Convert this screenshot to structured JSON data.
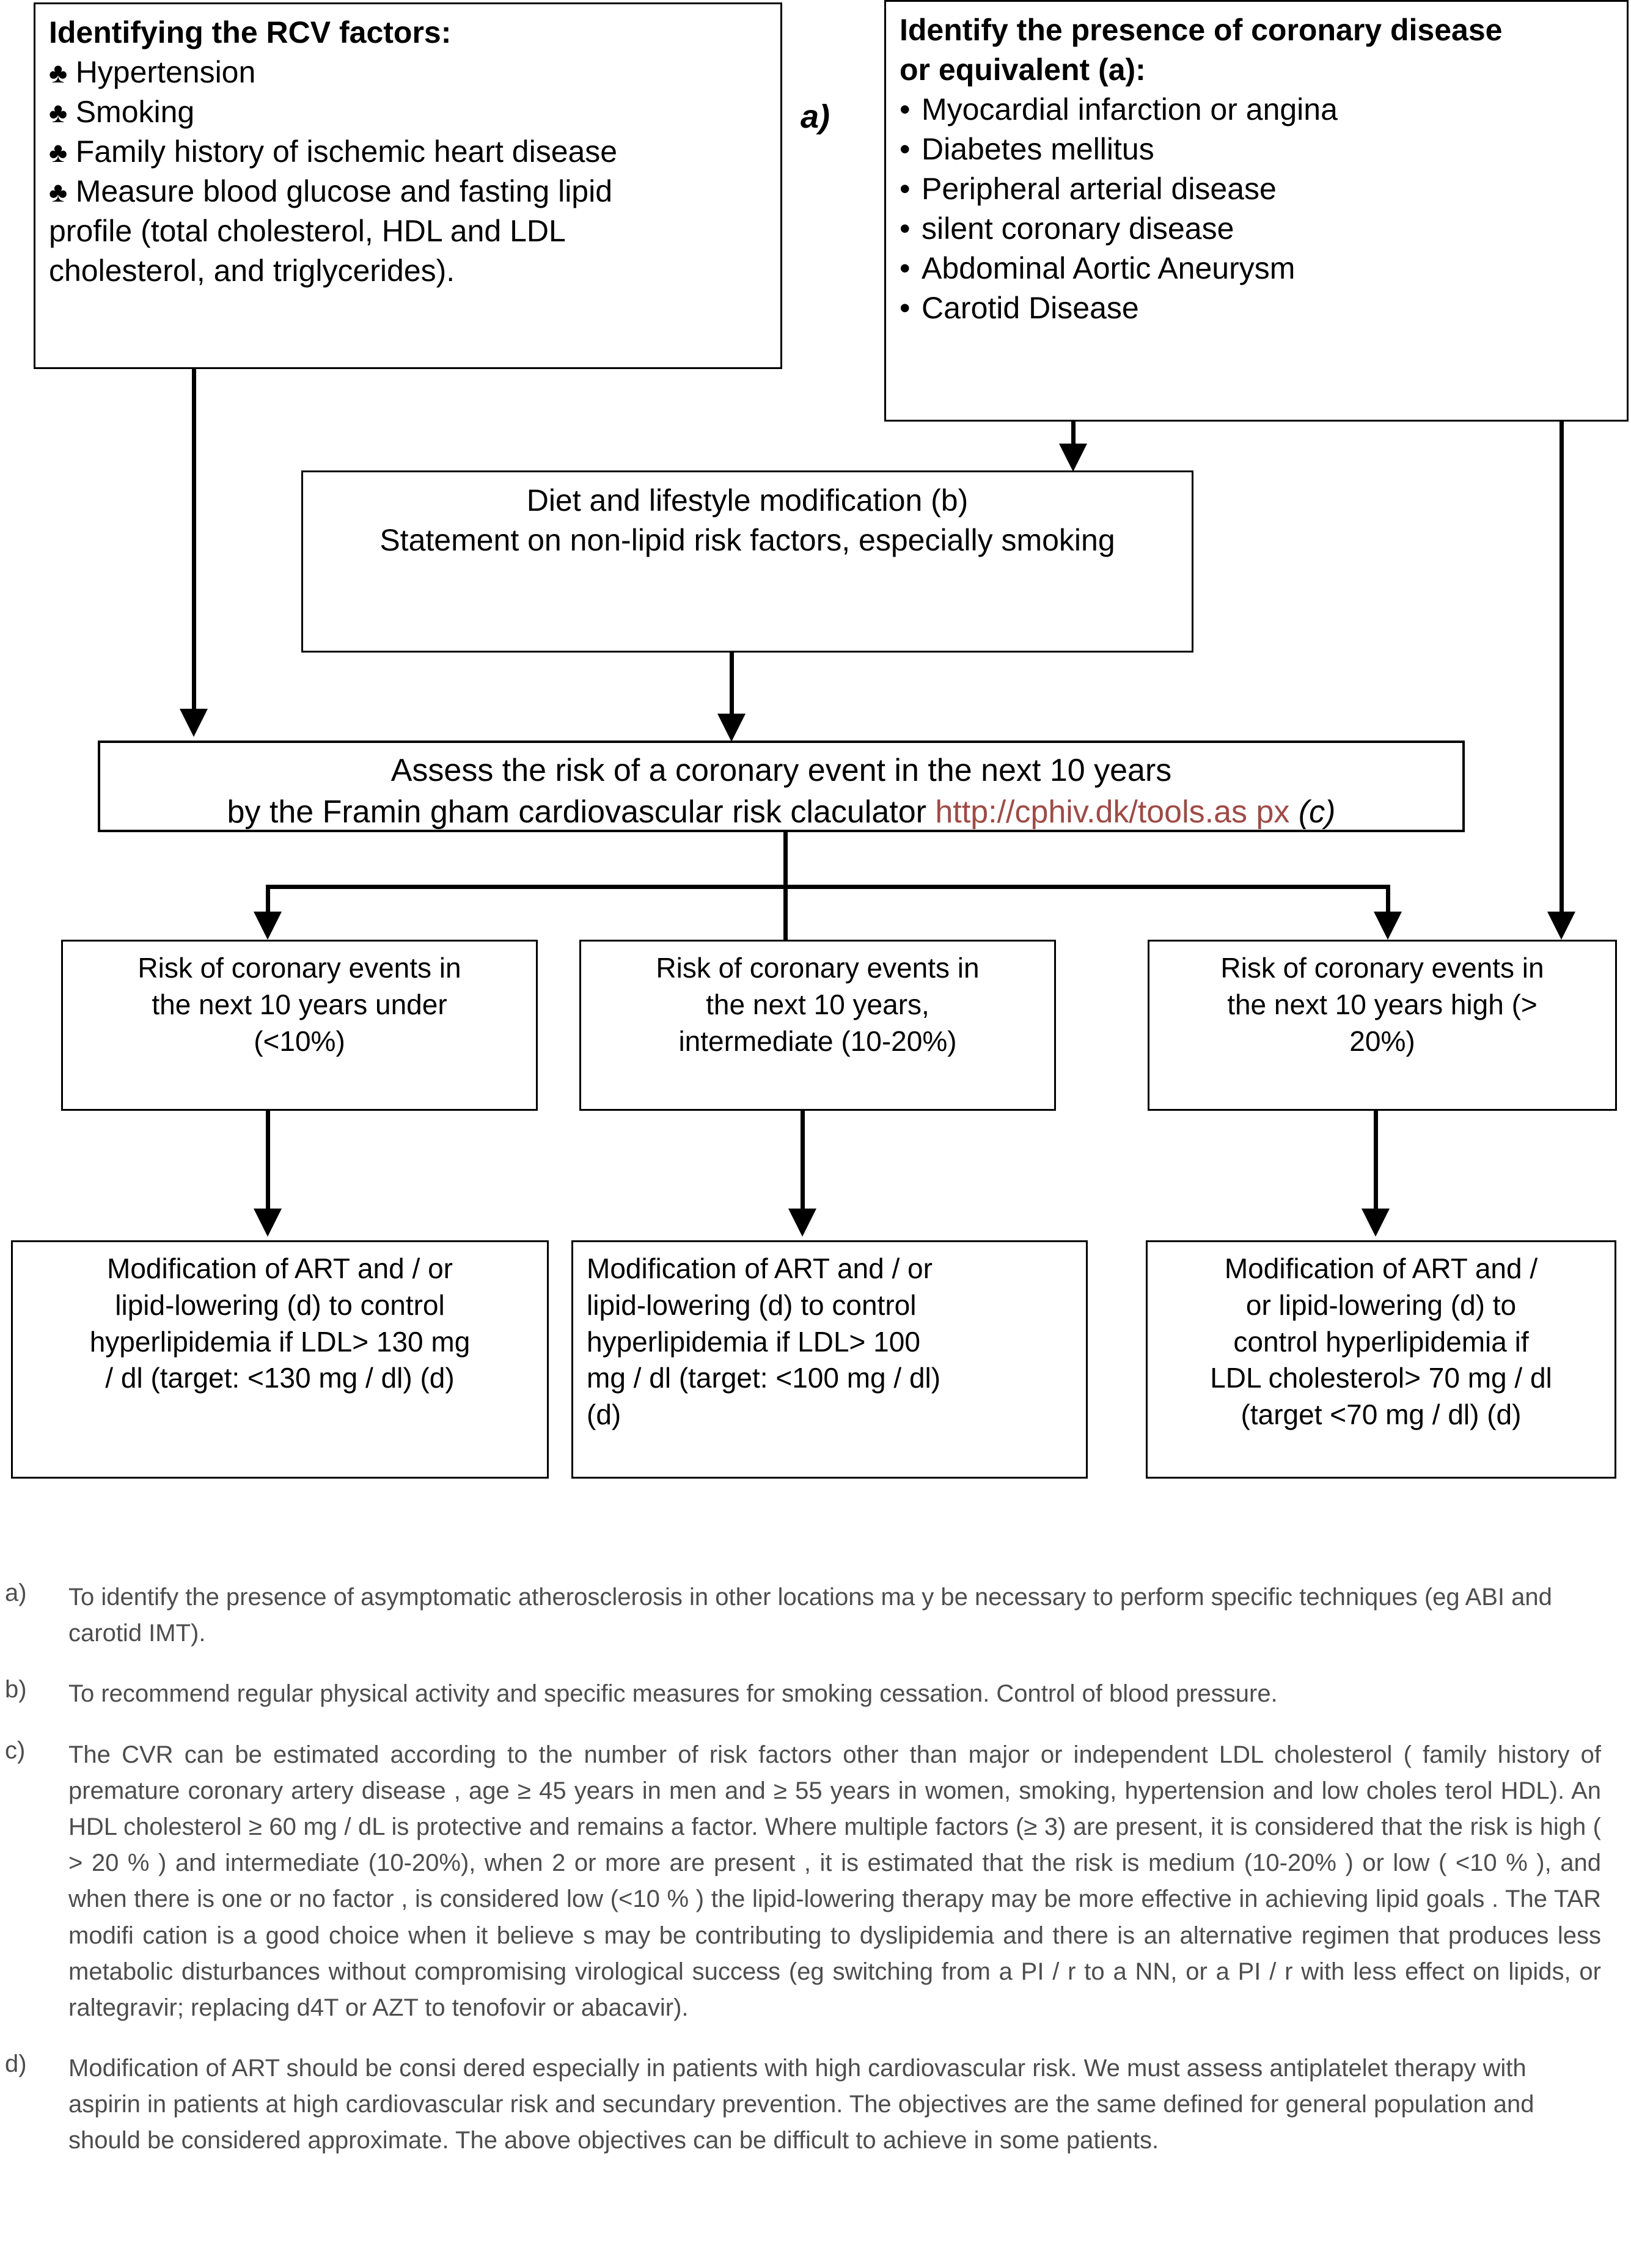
{
  "figure": {
    "panel_label": "a)",
    "link_color": "#9e4b46"
  },
  "boxes": {
    "rcv_factors": {
      "title": "Identifying the RCV factors:",
      "items": [
        "Hypertension",
        "Smoking",
        "Family history of ischemic heart disease",
        "Measure blood glucose and fasting lipid",
        "profile (total cholesterol, HDL and LDL",
        "cholesterol, and triglycerides)."
      ]
    },
    "coronary_disease": {
      "title_line1": "Identify the presence of coronary disease",
      "title_line2": "or equivalent (a):",
      "items": [
        "Myocardial infarction or angina",
        "Diabetes mellitus",
        "Peripheral arterial disease",
        "silent coronary disease",
        "Abdominal Aortic Aneurysm",
        "Carotid Disease"
      ]
    },
    "diet": {
      "line1": "Diet and lifestyle modification (b)",
      "line2": "Statement on non-lipid risk factors, especially smoking"
    },
    "assess": {
      "line1": "Assess the risk of a coronary  event in the next 10 years",
      "line2_prefix": "by the Framin gham cardiovascular risk claculator ",
      "url": "http://cphiv.dk/tools.as px",
      "line2_suffix": " (c)"
    },
    "risk_low": {
      "line1": "Risk of coronary events in",
      "line2": "the next 10 years under",
      "line3": "(<10%)"
    },
    "risk_intermediate": {
      "line1": "Risk of coronary events in",
      "line2": "the next 10 years,",
      "line3": "intermediate (10-20%)"
    },
    "risk_high": {
      "line1": "Risk of coronary events in",
      "line2": "the next 10 years high (>",
      "line3": "20%)"
    },
    "mod_low": {
      "line1": "Modification of ART and / or",
      "line2": "lipid-lowering (d) to control",
      "line3": "hyperlipidemia if LDL> 130 mg",
      "line4": "/ dl (target: <130 mg / dl) (d)"
    },
    "mod_intermediate": {
      "line1": "Modification of ART and / or",
      "line2": "lipid-lowering (d) to control",
      "line3": "hyperlipidemia if LDL> 100",
      "line4": "mg / dl (target: <100 mg / dl)",
      "line5": "(d)"
    },
    "mod_high": {
      "line1": "Modification of ART and /",
      "line2": "or lipid-lowering (d) to",
      "line3": "control hyperlipidemia if",
      "line4": "LDL cholesterol> 70 mg / dl",
      "line5": "(target <70 mg / dl) (d)"
    }
  },
  "footnotes": [
    {
      "mark": "a)",
      "text": "To identify the presence of asymptomatic  atherosclerosis in other locations ma y be necessary to perform specific techniques (eg ABI and carotid IMT)."
    },
    {
      "mark": "b)",
      "text": "To recommend regular physical activity and specific measures for smoking cessation. Control of blood pressure."
    },
    {
      "mark": "c)",
      "text": "The CVR can be estimated according to the number of risk factors other than major or independent LDL cholesterol ( family history of premature coronary artery disease , age ≥ 45 years in men and ≥ 55 years in women, smoking, hypertension and low choles terol HDL). An HDL cholesterol ≥ 60 mg / dL is protective and remains a factor. Where multiple factors (≥ 3) are present, it is considered that the risk is high ( > 20 % ) and intermediate (10-20%), when 2 or more are present , it is estimated that the risk is medium (10-20% ) or low ( <10 % ), and when there is one or no factor , is considered low (<10 % ) the lipid-lowering therapy may be more effective in achieving lipid goals . The TAR modifi cation is a good choice when it believe s may be contributing to dyslipidemia and there is an alternative regimen that produces less metabolic disturbances without compromising virological success (eg switching from a PI / r to a NN, or a PI / r with less effect on lipids, or raltegravir; replacing d4T or AZT to tenofovir or abacavir)."
    },
    {
      "mark": "d)",
      "text": "Modification of ART should be consi   dered especially in patients with high cardiovascular risk. We must assess antiplatelet therapy with aspirin in patients at high cardiovascular risk and secundary prevention. The objectives are the same defined for general population and should be considered approximate. The above objectives can be difficult to achieve in some patients."
    }
  ]
}
